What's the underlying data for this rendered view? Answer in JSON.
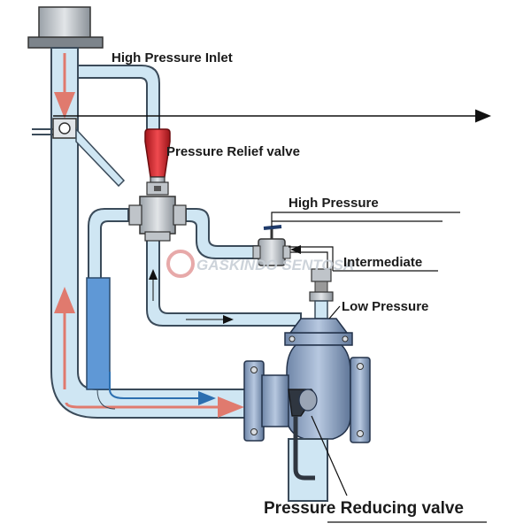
{
  "labels": {
    "high_pressure_inlet": "High Pressure Inlet",
    "pressure_relief_valve": "Pressure Relief valve",
    "high_pressure": "High Pressure",
    "intermediate": "Intermediate",
    "low_pressure": "Low Pressure",
    "pressure_reducing_valve": "Pressure Reducing valve"
  },
  "watermark": {
    "text": "GASKINDO SENTOSA"
  },
  "colors": {
    "pipe_fill": "#cfe6f3",
    "pipe_edge": "#3b4b5a",
    "flow_arrow": "#e07a6e",
    "relief_valve_cap": "#d3232a",
    "valve_body": "#8fa6c6",
    "metal": "#c9cdd2",
    "background": "#ffffff"
  },
  "icons": {
    "relief_valve": "pressure-relief-valve-icon",
    "reducing_valve": "pressure-reducing-valve-icon",
    "ball_valve": "ball-valve-icon",
    "needle_valve": "needle-valve-icon"
  }
}
